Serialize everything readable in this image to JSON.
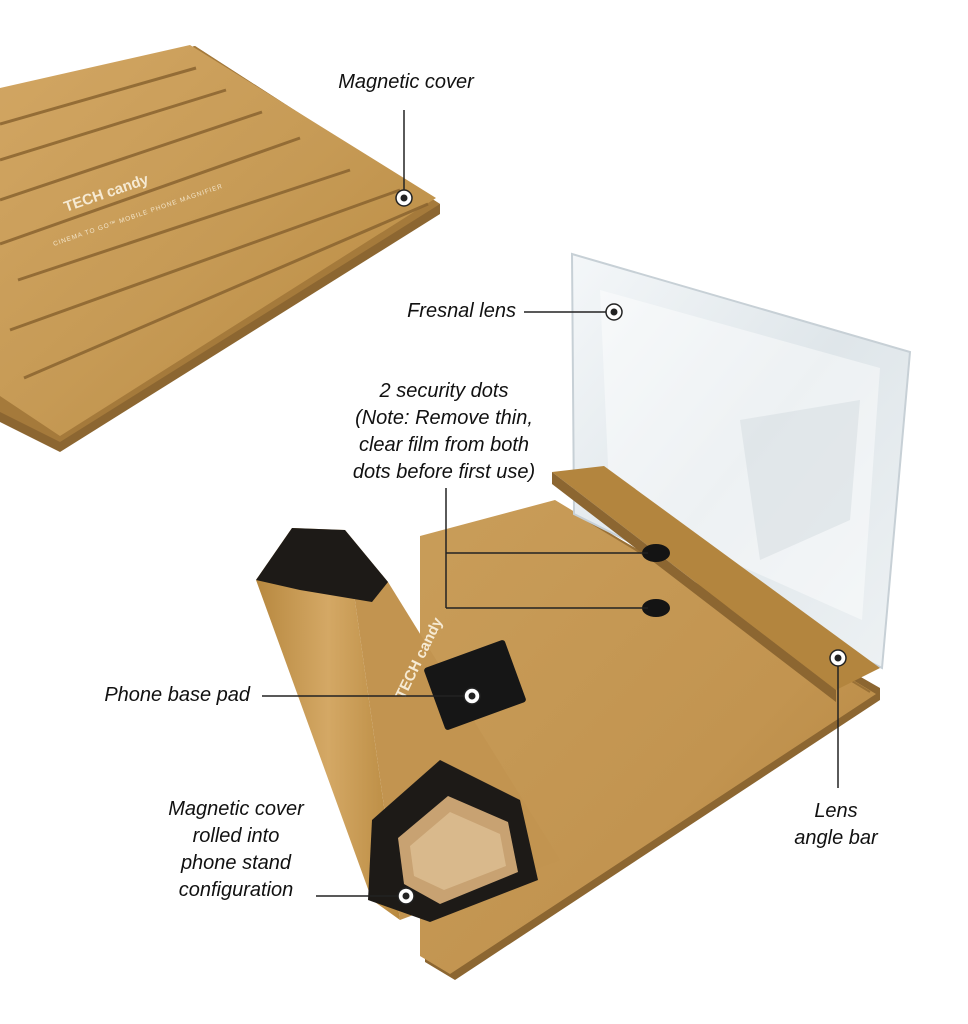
{
  "labels": {
    "magnetic_cover": "Magnetic cover",
    "fresnal_lens": "Fresnal lens",
    "security_dots": [
      "2 security dots",
      "(Note: Remove thin,",
      "clear film from both",
      "dots before first use)"
    ],
    "phone_base_pad": "Phone base pad",
    "rolled_cover": [
      "Magnetic cover",
      "rolled into",
      "phone stand",
      "configuration"
    ],
    "lens_angle_bar": [
      "Lens",
      "angle bar"
    ]
  },
  "branding": {
    "cover_logo": "TECH candy",
    "cover_tagline": "CINEMA TO GO™ MOBILE PHONE MAGNIFIER",
    "roll_logo": "TECH candy"
  },
  "colors": {
    "gold": "#c79a54",
    "gold_dark": "#a87a3c",
    "black_felt": "#1d1a17",
    "lens": "#e9eef1",
    "leader_line": "#222222"
  }
}
